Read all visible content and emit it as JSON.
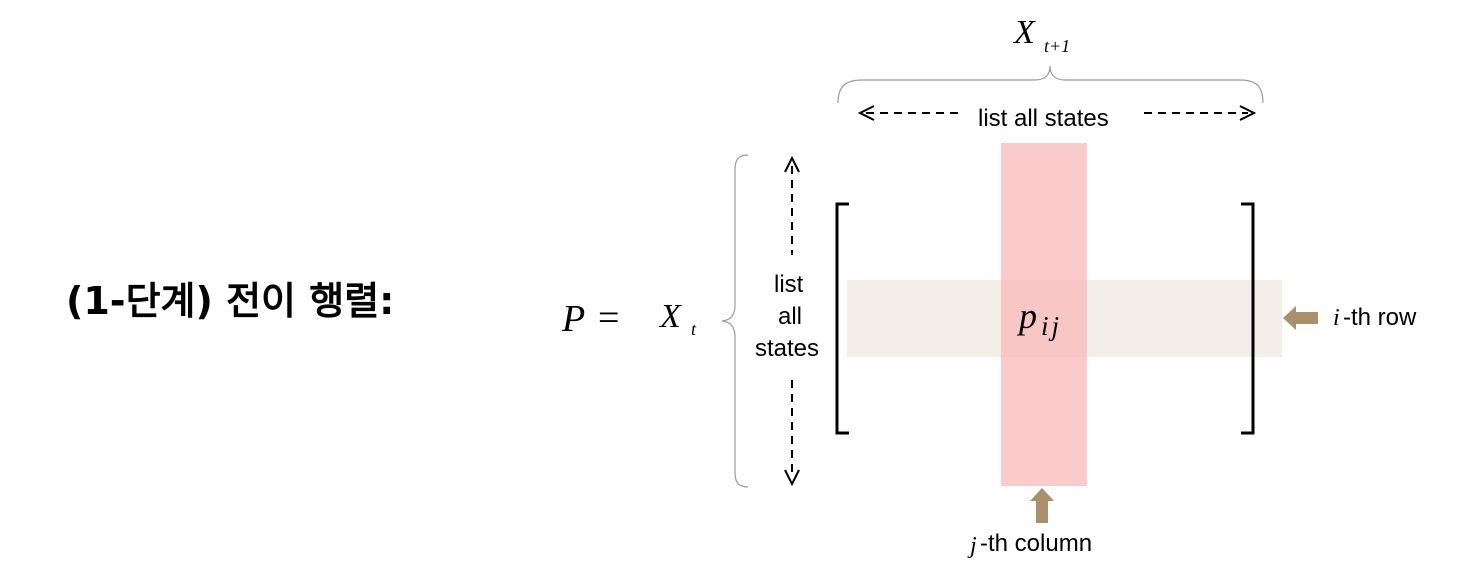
{
  "heading": "(1-단계) 전이 행렬:",
  "matrix": {
    "p_symbol": "P",
    "equals": "=",
    "row_var": "X",
    "row_var_sub": "t",
    "col_var": "X",
    "col_var_sub": "t+1",
    "entry": "p",
    "entry_sub": "ij"
  },
  "top_label": "list all states",
  "side_label": {
    "line1": "list",
    "line2": "all",
    "line3": "states"
  },
  "row_pointer": {
    "index": "i",
    "text": "-th row"
  },
  "col_pointer": {
    "index": "j",
    "text": "-th column"
  },
  "colors": {
    "row_highlight": "#f2ede6",
    "column_highlight": "#f9b8b8",
    "arrow": "#a8906a"
  }
}
